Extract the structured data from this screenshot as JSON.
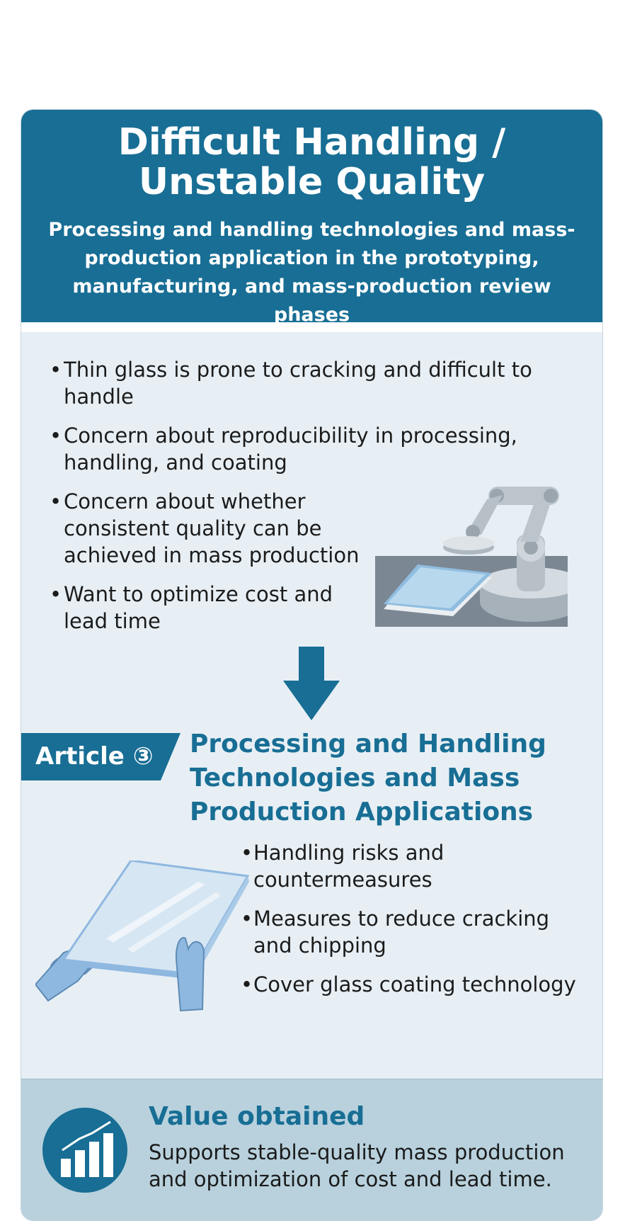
{
  "header": {
    "title": "Difficult Handling / Unstable Quality",
    "subtitle": "Processing and handling technologies and mass-production application in the prototyping, manufacturing, and mass-production review phases"
  },
  "concerns": [
    "Thin glass is prone to cracking and difficult to handle",
    "Concern about reproducibility in processing, handling, and coating",
    "Concern about whether consistent quality can be achieved in mass production",
    "Want to optimize cost and lead time"
  ],
  "article": {
    "tag": "Article ③",
    "title": "Processing and Handling Technologies and Mass Production Applications",
    "items": [
      "Handling risks and countermeasures",
      "Measures to reduce cracking and chipping",
      "Cover glass coating technology"
    ]
  },
  "value": {
    "title": "Value obtained",
    "text": "Supports stable-quality mass production and optimization of cost and lead time."
  },
  "icons": {
    "robot": "robot-arm-icon",
    "arrow": "arrow-down-icon",
    "hands": "hands-holding-glass-icon",
    "chart": "bar-chart-icon"
  },
  "colors": {
    "brand": "#186e94",
    "panel": "#e7eff5",
    "value_band": "#b8d1dd"
  }
}
